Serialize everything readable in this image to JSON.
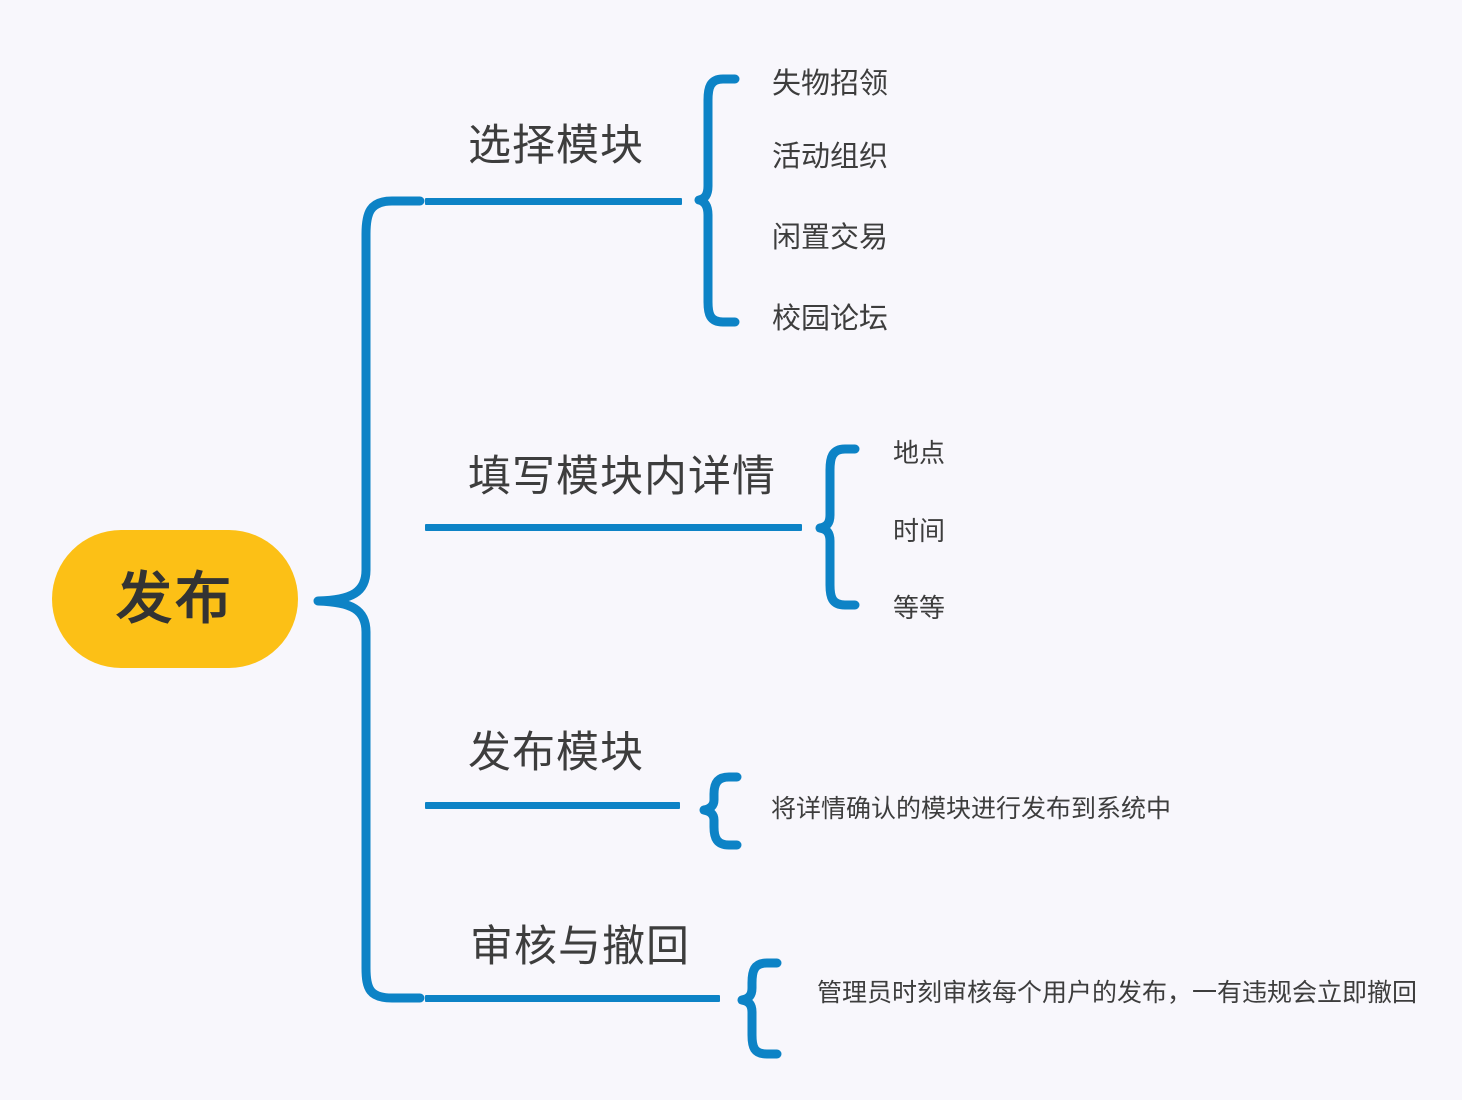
{
  "diagram": {
    "type": "mind-map",
    "background_color": "#f8f7fc",
    "accent_color": "#0d83c6",
    "root_color": "#fcc016",
    "text_color": "#3d3d3d",
    "root": {
      "label": "发布"
    },
    "branches": [
      {
        "label": "选择模块",
        "children": [
          {
            "text": "失物招领"
          },
          {
            "text": "活动组织"
          },
          {
            "text": "闲置交易"
          },
          {
            "text": "校园论坛"
          }
        ]
      },
      {
        "label": "填写模块内详情",
        "children": [
          {
            "text": "地点"
          },
          {
            "text": "时间"
          },
          {
            "text": "等等"
          }
        ]
      },
      {
        "label": "发布模块",
        "children": [
          {
            "text": "将详情确认的模块进行发布到系统中"
          }
        ]
      },
      {
        "label": "审核与撤回",
        "children": [
          {
            "text": "管理员时刻审核每个用户的发布，一有违规会立即撤回"
          }
        ]
      }
    ]
  }
}
